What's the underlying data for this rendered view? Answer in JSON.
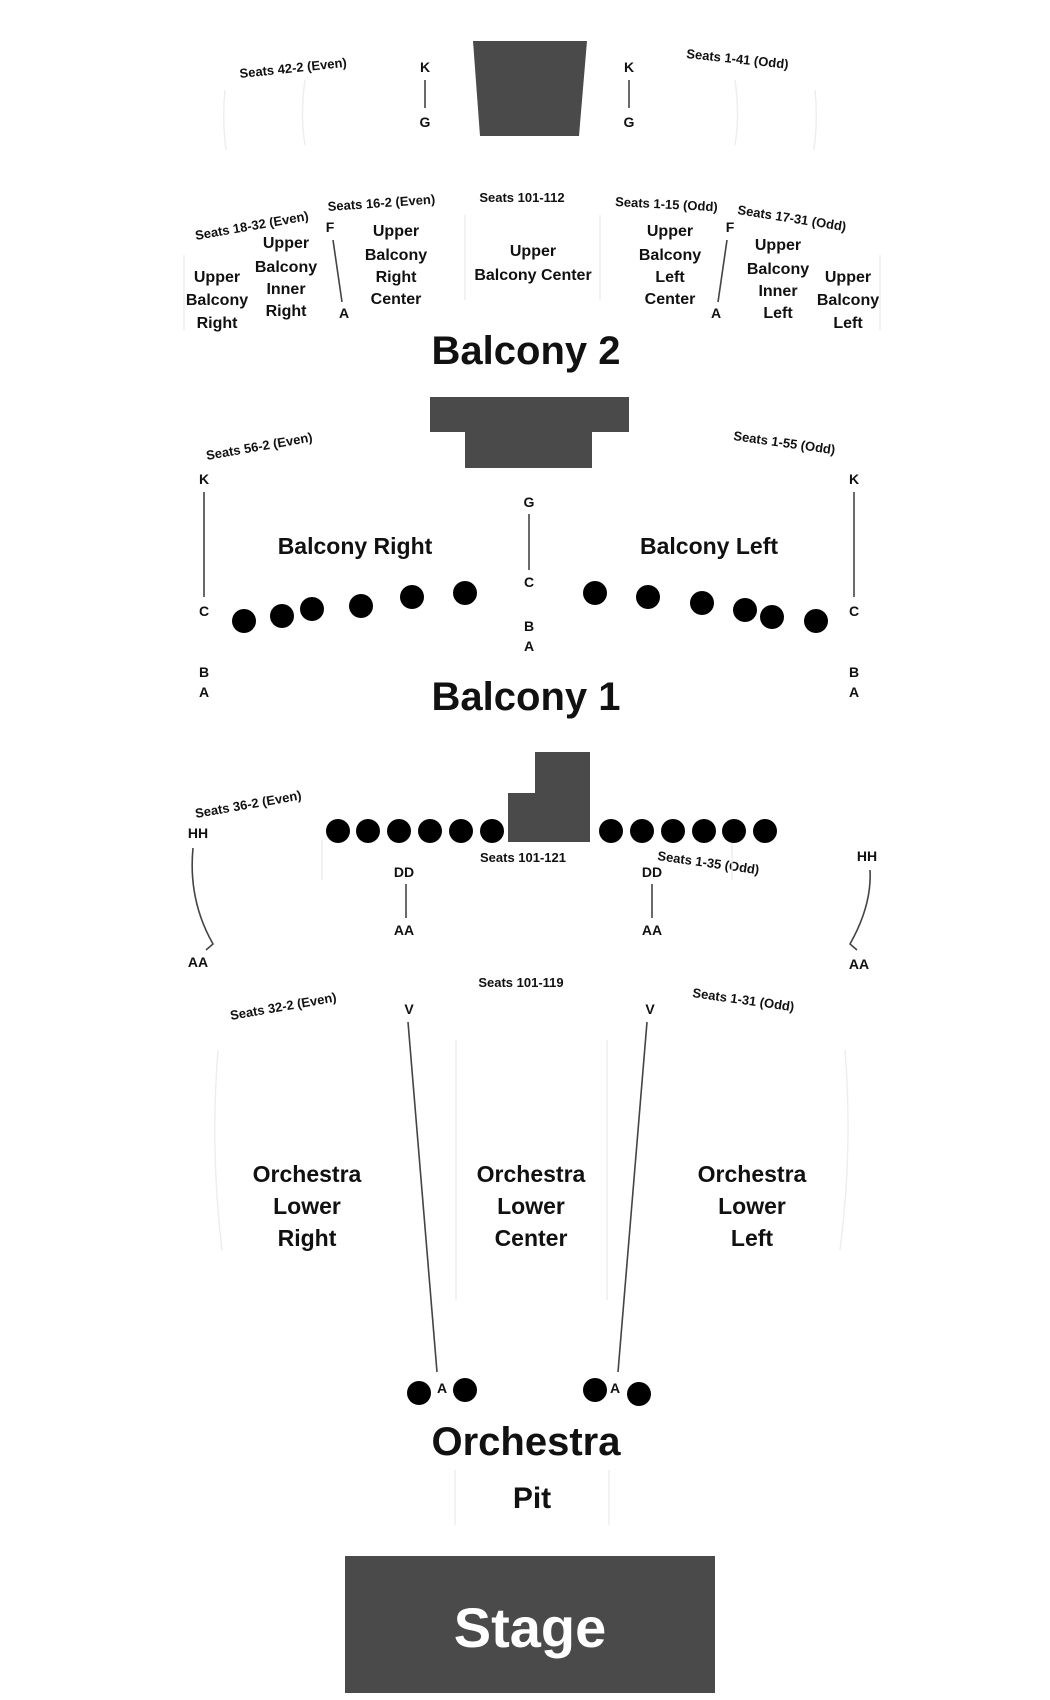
{
  "top": {
    "left_seats": "Seats 42-2 (Even)",
    "right_seats": "Seats 1-41 (Odd)",
    "left_row_top": "K",
    "left_row_bottom": "G",
    "right_row_top": "K",
    "right_row_bottom": "G"
  },
  "balcony2": {
    "title": "Balcony 2",
    "seat_labels": {
      "upper_right": "Seats 18-32 (Even)",
      "inner_right": "Seats 16-2 (Even)",
      "center": "Seats 101-112",
      "inner_left": "Seats 1-15 (Odd)",
      "upper_left": "Seats 17-31 (Odd)"
    },
    "rows": {
      "left_top": "F",
      "left_bottom": "A",
      "right_top": "F",
      "right_bottom": "A"
    },
    "sections": {
      "upper_balcony_right": [
        "Upper",
        "Balcony",
        "Right"
      ],
      "upper_balcony_inner_right": [
        "Upper",
        "Balcony",
        "Inner",
        "Right"
      ],
      "upper_balcony_right_center": [
        "Upper",
        "Balcony",
        "Right",
        "Center"
      ],
      "upper_balcony_center": [
        "Upper",
        "Balcony Center"
      ],
      "upper_balcony_left_center": [
        "Upper",
        "Balcony",
        "Left",
        "Center"
      ],
      "upper_balcony_inner_left": [
        "Upper",
        "Balcony",
        "Inner",
        "Left"
      ],
      "upper_balcony_left": [
        "Upper",
        "Balcony",
        "Left"
      ]
    }
  },
  "balcony1": {
    "title": "Balcony 1",
    "left_seats": "Seats 56-2 (Even)",
    "right_seats": "Seats 1-55 (Odd)",
    "sections": {
      "right": "Balcony Right",
      "left": "Balcony Left"
    },
    "rows": {
      "outer_top": "K",
      "outer_mid": "C",
      "outer_b": "B",
      "outer_a": "A",
      "center_top": "G",
      "center_mid": "C",
      "center_b": "B",
      "center_a": "A"
    }
  },
  "orchestra": {
    "title": "Orchestra",
    "pit": "Pit",
    "upper_seats": {
      "left": "Seats 36-2 (Even)",
      "center": "Seats 101-121",
      "right": "Seats 1-35 (Odd)"
    },
    "upper_rows": {
      "outer_top": "HH",
      "outer_bottom": "AA",
      "inner_top": "DD",
      "inner_bottom": "AA"
    },
    "lower_seats": {
      "left": "Seats 32-2 (Even)",
      "center": "Seats 101-119",
      "right": "Seats 1-31 (Odd)"
    },
    "lower_rows": {
      "top": "V",
      "bottom": "A"
    },
    "sections": {
      "lower_right": [
        "Orchestra",
        "Lower",
        "Right"
      ],
      "lower_center": [
        "Orchestra",
        "Lower",
        "Center"
      ],
      "lower_left": [
        "Orchestra",
        "Lower",
        "Left"
      ]
    }
  },
  "stage": "Stage",
  "icons": {
    "accessible": "wheelchair-icon"
  },
  "colors": {
    "accessible": "#1f3fc7",
    "block": "#4a4a4a"
  }
}
